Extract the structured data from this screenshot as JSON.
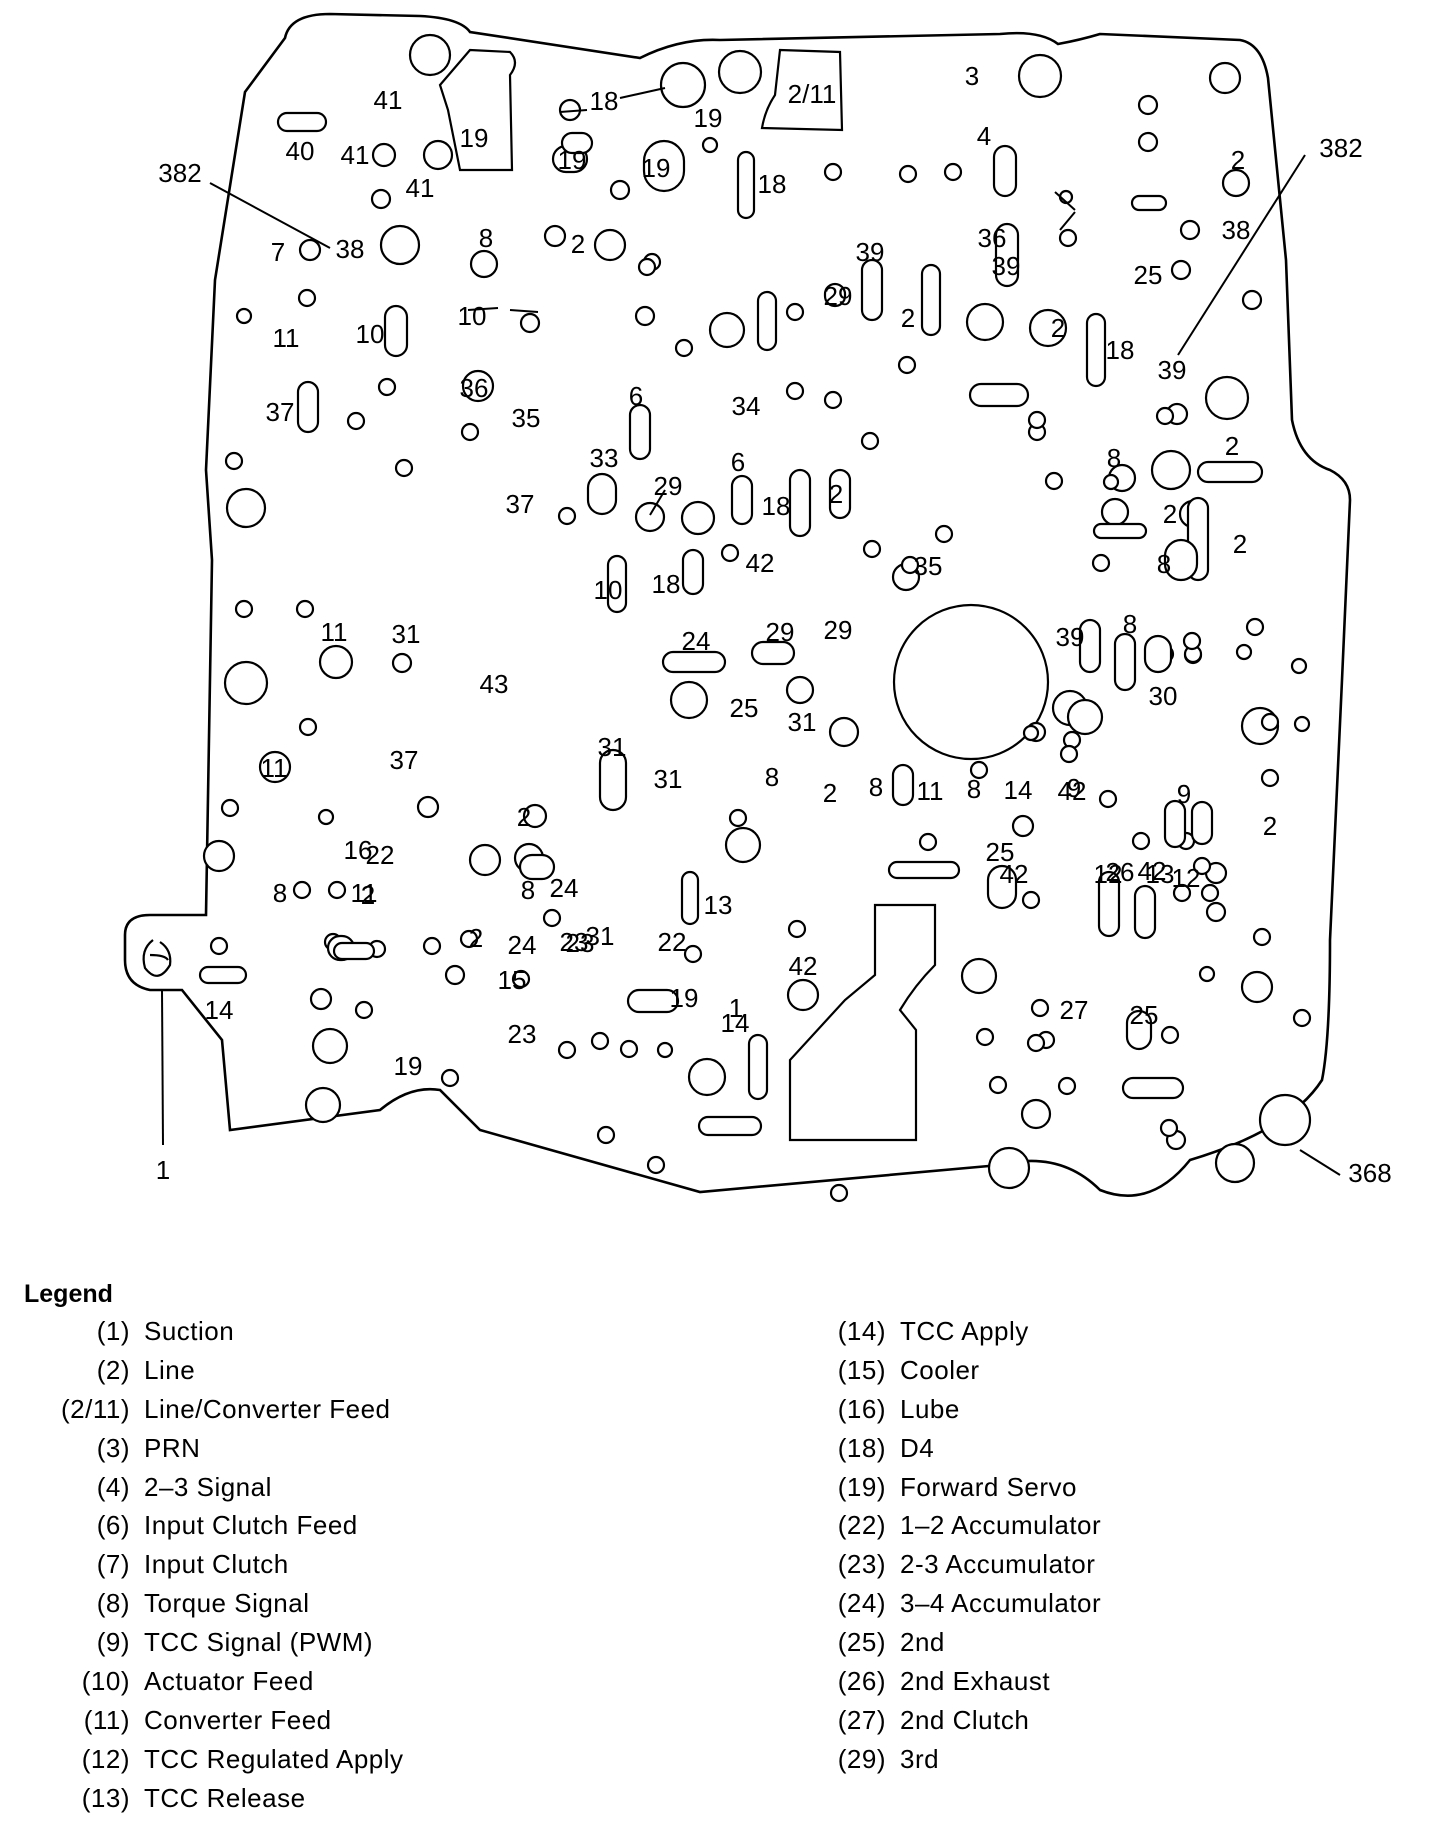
{
  "diagram": {
    "callouts": [
      "382",
      "382",
      "1",
      "368"
    ],
    "passage_labels": [
      "2/11",
      "3",
      "41",
      "19",
      "19",
      "19",
      "18",
      "18",
      "40",
      "41",
      "41",
      "19",
      "2",
      "38",
      "8",
      "2",
      "7",
      "38",
      "4",
      "39",
      "39",
      "29",
      "2",
      "25",
      "10",
      "36",
      "2",
      "18",
      "39",
      "11",
      "10",
      "36",
      "37",
      "35",
      "6",
      "34",
      "8",
      "2",
      "33",
      "37",
      "29",
      "6",
      "18",
      "2",
      "2",
      "2",
      "10",
      "18",
      "42",
      "35",
      "8",
      "11",
      "31",
      "43",
      "24",
      "29",
      "29",
      "39",
      "8",
      "25",
      "31",
      "30",
      "11",
      "37",
      "31",
      "31",
      "8",
      "8",
      "2",
      "8",
      "42",
      "11",
      "14",
      "9",
      "9",
      "2",
      "42",
      "22",
      "16",
      "2",
      "2",
      "8",
      "11",
      "13",
      "12",
      "42",
      "8",
      "24",
      "24",
      "2",
      "13",
      "23",
      "42",
      "25",
      "26",
      "12",
      "23",
      "22",
      "31",
      "19",
      "1",
      "27",
      "25",
      "14",
      "15",
      "23",
      "19",
      "14"
    ]
  },
  "legend": {
    "title": "Legend",
    "left": [
      {
        "code": "(1)",
        "label": "Suction"
      },
      {
        "code": "(2)",
        "label": "Line"
      },
      {
        "code": "(2/11)",
        "label": "Line/Converter Feed"
      },
      {
        "code": "(3)",
        "label": "PRN"
      },
      {
        "code": "(4)",
        "label": "2–3 Signal"
      },
      {
        "code": "(6)",
        "label": "Input Clutch Feed"
      },
      {
        "code": "(7)",
        "label": "Input Clutch"
      },
      {
        "code": "(8)",
        "label": "Torque Signal"
      },
      {
        "code": "(9)",
        "label": "TCC Signal (PWM)"
      },
      {
        "code": "(10)",
        "label": "Actuator Feed"
      },
      {
        "code": "(11)",
        "label": "Converter Feed"
      },
      {
        "code": "(12)",
        "label": "TCC Regulated Apply"
      },
      {
        "code": "(13)",
        "label": "TCC Release"
      }
    ],
    "right": [
      {
        "code": "(14)",
        "label": "TCC Apply"
      },
      {
        "code": "(15)",
        "label": "Cooler"
      },
      {
        "code": "(16)",
        "label": "Lube"
      },
      {
        "code": "(18)",
        "label": "D4"
      },
      {
        "code": "(19)",
        "label": "Forward Servo"
      },
      {
        "code": "(22)",
        "label": "1–2 Accumulator"
      },
      {
        "code": "(23)",
        "label": "2-3 Accumulator"
      },
      {
        "code": "(24)",
        "label": "3–4 Accumulator"
      },
      {
        "code": "(25)",
        "label": "2nd"
      },
      {
        "code": "(26)",
        "label": "2nd Exhaust"
      },
      {
        "code": "(27)",
        "label": "2nd Clutch"
      },
      {
        "code": "(29)",
        "label": "3rd"
      }
    ]
  }
}
